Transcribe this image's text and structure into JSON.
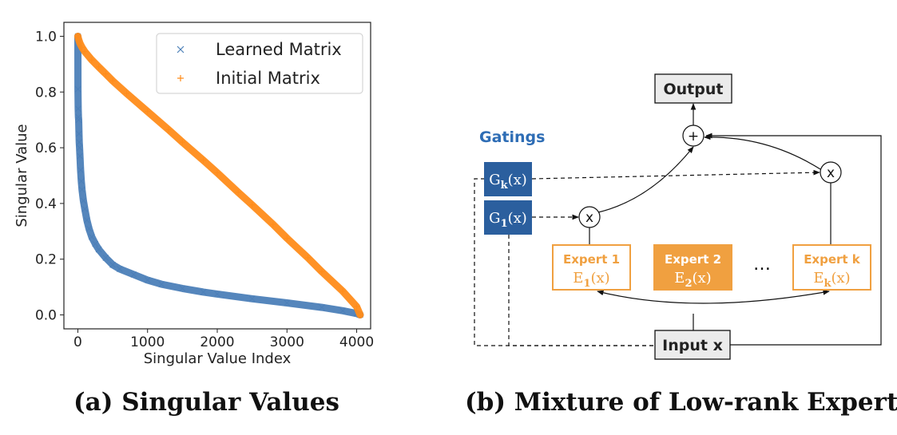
{
  "chart_data": {
    "type": "scatter",
    "title": "",
    "xlabel": "Singular Value Index",
    "ylabel": "Singular Value",
    "xlim": [
      -200,
      4200
    ],
    "ylim": [
      -0.05,
      1.05
    ],
    "xticks": [
      0,
      1000,
      2000,
      3000,
      4000
    ],
    "xtick_labels": [
      "0",
      "1000",
      "2000",
      "3000",
      "4000"
    ],
    "yticks": [
      0.0,
      0.2,
      0.4,
      0.6,
      0.8,
      1.0
    ],
    "ytick_labels": [
      "0.0",
      "0.2",
      "0.4",
      "0.6",
      "0.8",
      "1.0"
    ],
    "grid": false,
    "legend": "top-right",
    "series": [
      {
        "name": "Learned Matrix",
        "marker": "x",
        "color": "#4c7fb8",
        "x": [
          0,
          2,
          5,
          8,
          12,
          16,
          20,
          25,
          30,
          40,
          50,
          60,
          80,
          100,
          130,
          160,
          200,
          250,
          300,
          400,
          500,
          600,
          800,
          1000,
          1200,
          1500,
          1800,
          2000,
          2500,
          3000,
          3500,
          3800,
          4000,
          4050
        ],
        "y": [
          1.0,
          0.81,
          0.74,
          0.71,
          0.7,
          0.65,
          0.62,
          0.6,
          0.57,
          0.52,
          0.48,
          0.45,
          0.41,
          0.38,
          0.34,
          0.31,
          0.28,
          0.255,
          0.235,
          0.205,
          0.18,
          0.165,
          0.145,
          0.125,
          0.11,
          0.095,
          0.082,
          0.075,
          0.058,
          0.043,
          0.027,
          0.015,
          0.005,
          0.0
        ]
      },
      {
        "name": "Initial Matrix",
        "marker": "+",
        "color": "#ff8c1a",
        "x": [
          0,
          10,
          30,
          60,
          100,
          200,
          300,
          400,
          500,
          700,
          1000,
          1300,
          1500,
          1800,
          2000,
          2300,
          2500,
          2800,
          3000,
          3300,
          3500,
          3800,
          4000,
          4050
        ],
        "y": [
          1.0,
          0.99,
          0.975,
          0.96,
          0.945,
          0.915,
          0.89,
          0.865,
          0.84,
          0.795,
          0.73,
          0.665,
          0.62,
          0.555,
          0.51,
          0.44,
          0.395,
          0.325,
          0.275,
          0.205,
          0.155,
          0.085,
          0.03,
          0.0
        ]
      }
    ]
  },
  "diagram": {
    "output_label": "Output",
    "input_label": "Input x",
    "gatings_label": "Gatings",
    "plus_symbol": "+",
    "mult_symbol": "x",
    "ellipsis": "…",
    "gates": [
      {
        "base": "G",
        "sub": "k",
        "arg": "(x)"
      },
      {
        "base": "G",
        "sub": "1",
        "arg": "(x)"
      }
    ],
    "experts": [
      {
        "title": "Expert 1",
        "base": "E",
        "sub": "1",
        "arg": "(x)",
        "filled": false
      },
      {
        "title": "Expert 2",
        "base": "E",
        "sub": "2",
        "arg": "(x)",
        "filled": true
      },
      {
        "title": "Expert k",
        "base": "E",
        "sub": "k",
        "arg": "(x)",
        "filled": false
      }
    ],
    "colors": {
      "gate_fill": "#2b5f9e",
      "gatings_text": "#2e6db5",
      "expert": "#f0a040",
      "box_fill": "#ebebeb"
    }
  },
  "captions": {
    "a": "(a) Singular Values",
    "b": "(b) Mixture of Low-rank Experts"
  }
}
